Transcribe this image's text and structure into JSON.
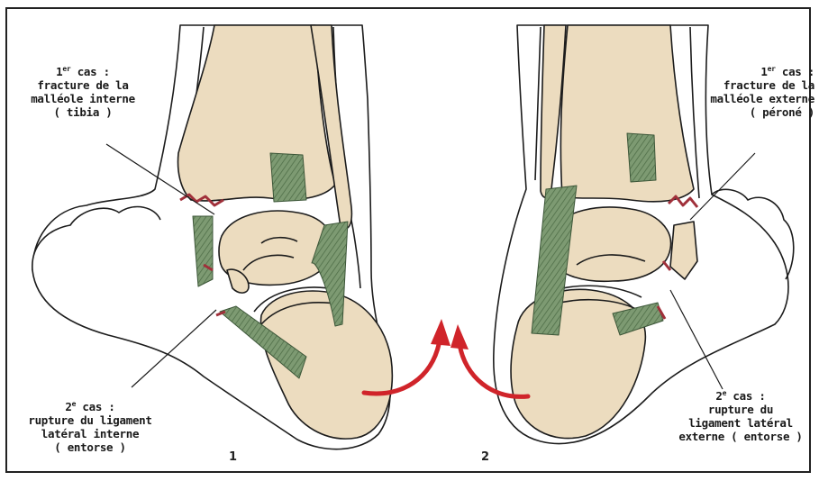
{
  "figure_numbers": [
    "1",
    "2"
  ],
  "left_top_label": {
    "case_num": "1",
    "case_sup": "er",
    "case_word": "cas :",
    "lines": [
      "fracture de la",
      "malléole interne",
      "( tibia )"
    ]
  },
  "left_bottom_label": {
    "case_num": "2",
    "case_sup": "e",
    "case_word": "cas :",
    "lines": [
      "rupture du ligament",
      "latéral interne",
      "( entorse )"
    ]
  },
  "right_top_label": {
    "case_num": "1",
    "case_sup": "er",
    "case_word": "cas :",
    "lines": [
      "fracture de la",
      "malléole externe",
      "( péroné )"
    ]
  },
  "right_bottom_label": {
    "case_num": "2",
    "case_sup": "e",
    "case_word": "cas :",
    "lines": [
      "rupture du",
      "ligament latéral",
      "externe ( entorse )"
    ]
  },
  "colors": {
    "bone": "#ecdcbf",
    "ligament": "#6f8f66",
    "arrow": "#d0242a",
    "fracture": "#a0303a",
    "outline": "#1c1c1c"
  }
}
